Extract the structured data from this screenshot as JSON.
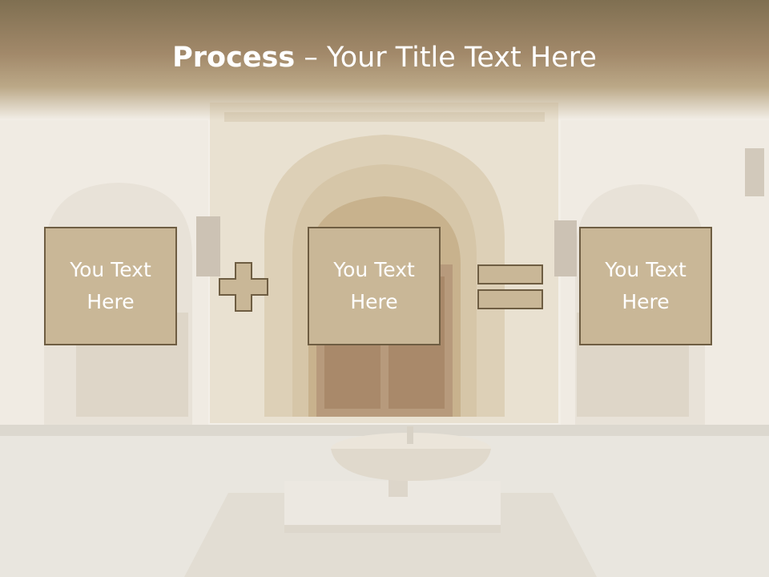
{
  "slide": {
    "title_bold": "Process",
    "title_rest": " – Your Title Text Here",
    "boxes": [
      {
        "text": "You Text Here"
      },
      {
        "text": "You Text Here"
      },
      {
        "text": "You Text Here"
      }
    ],
    "operators": [
      "plus-icon",
      "equals-icon"
    ],
    "colors": {
      "box_fill": "#c9b797",
      "box_border": "#6e5d42",
      "title_band": "#a2896a",
      "background": "#f1ece3"
    }
  }
}
